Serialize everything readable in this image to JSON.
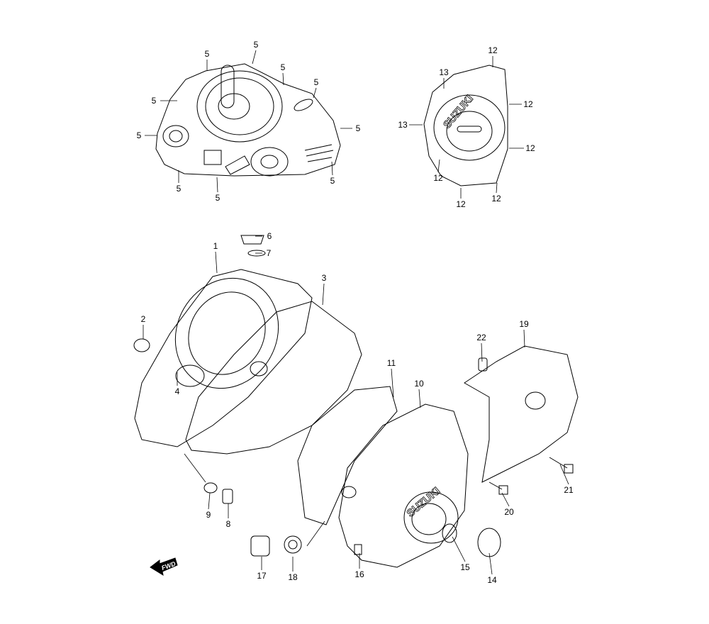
{
  "diagram": {
    "brand_text": "SUZUKI",
    "fwd_label": "FWD",
    "callouts": [
      "5",
      "5",
      "5",
      "5",
      "5",
      "5",
      "5",
      "5",
      "5",
      "5",
      "12",
      "12",
      "12",
      "12",
      "12",
      "12",
      "13",
      "13",
      "1",
      "6",
      "7",
      "3",
      "2",
      "4",
      "9",
      "8",
      "11",
      "10",
      "22",
      "19",
      "21",
      "20",
      "17",
      "18",
      "16",
      "15",
      "14"
    ]
  }
}
